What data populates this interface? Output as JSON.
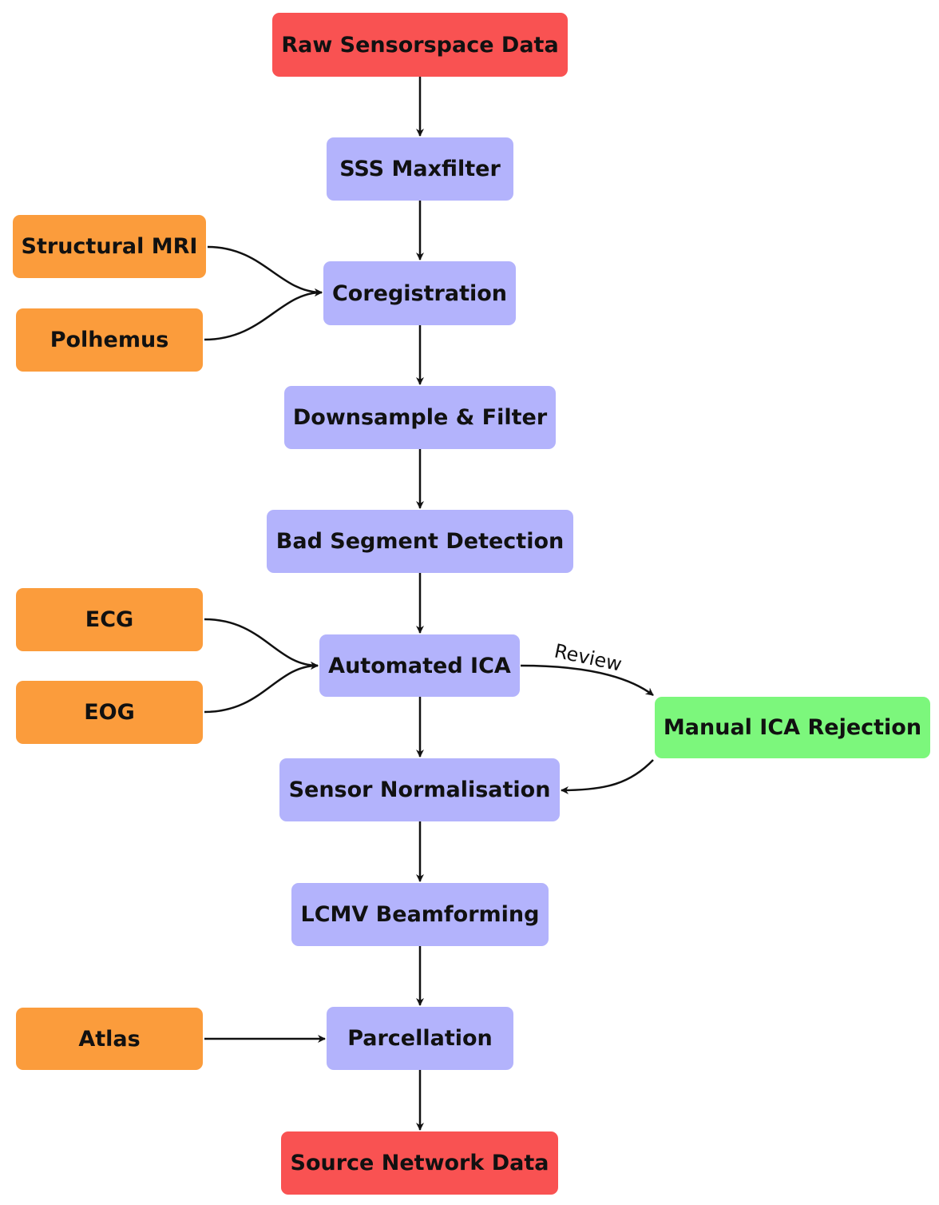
{
  "colors": {
    "endpoint": "#f95252",
    "process": "#b3b3fc",
    "input": "#fb9c3c",
    "review": "#7cf77c",
    "edge": "#111111",
    "text": "#111111"
  },
  "nodes": {
    "raw": {
      "label": "Raw Sensorspace Data",
      "kind": "endpoint"
    },
    "sss": {
      "label": "SSS Maxfilter",
      "kind": "process"
    },
    "coreg": {
      "label": "Coregistration",
      "kind": "process"
    },
    "downsample": {
      "label": "Downsample & Filter",
      "kind": "process"
    },
    "badseg": {
      "label": "Bad Segment Detection",
      "kind": "process"
    },
    "ica": {
      "label": "Automated ICA",
      "kind": "process"
    },
    "sensnorm": {
      "label": "Sensor Normalisation",
      "kind": "process"
    },
    "lcmv": {
      "label": "LCMV Beamforming",
      "kind": "process"
    },
    "parc": {
      "label": "Parcellation",
      "kind": "process"
    },
    "source": {
      "label": "Source Network Data",
      "kind": "endpoint"
    },
    "mri": {
      "label": "Structural MRI",
      "kind": "input"
    },
    "polhemus": {
      "label": "Polhemus",
      "kind": "input"
    },
    "ecg": {
      "label": "ECG",
      "kind": "input"
    },
    "eog": {
      "label": "EOG",
      "kind": "input"
    },
    "atlas": {
      "label": "Atlas",
      "kind": "input"
    },
    "manual": {
      "label": "Manual ICA Rejection",
      "kind": "review"
    }
  },
  "edges": [
    {
      "from": "raw",
      "to": "sss"
    },
    {
      "from": "sss",
      "to": "coreg"
    },
    {
      "from": "mri",
      "to": "coreg"
    },
    {
      "from": "polhemus",
      "to": "coreg"
    },
    {
      "from": "coreg",
      "to": "downsample"
    },
    {
      "from": "downsample",
      "to": "badseg"
    },
    {
      "from": "badseg",
      "to": "ica"
    },
    {
      "from": "ecg",
      "to": "ica"
    },
    {
      "from": "eog",
      "to": "ica"
    },
    {
      "from": "ica",
      "to": "manual",
      "label": "Review"
    },
    {
      "from": "manual",
      "to": "sensnorm"
    },
    {
      "from": "ica",
      "to": "sensnorm"
    },
    {
      "from": "sensnorm",
      "to": "lcmv"
    },
    {
      "from": "lcmv",
      "to": "parc"
    },
    {
      "from": "atlas",
      "to": "parc"
    },
    {
      "from": "parc",
      "to": "source"
    }
  ]
}
